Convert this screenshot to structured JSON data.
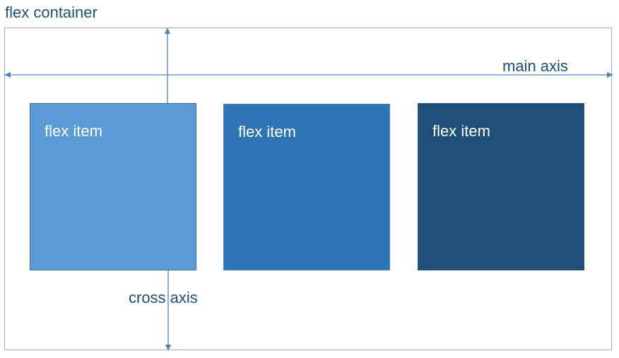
{
  "title": "flex container",
  "items": [
    {
      "label": "flex item",
      "color": "#5b9bd5"
    },
    {
      "label": "flex item",
      "color": "#2e75b6"
    },
    {
      "label": "flex item",
      "color": "#1f4e79"
    }
  ],
  "axes": {
    "main_label": "main axis",
    "cross_label": "cross axis",
    "arrow_color": "#4a86bf"
  },
  "colors": {
    "text": "#1f4e79",
    "border": "#a6a6a6"
  }
}
